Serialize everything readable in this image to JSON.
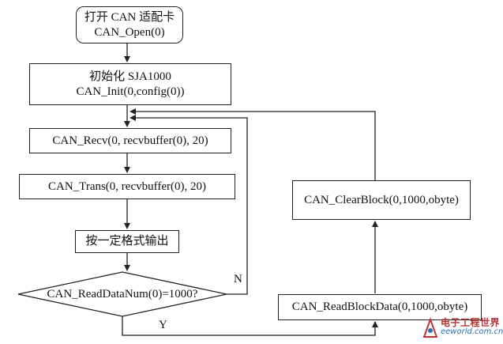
{
  "nodes": {
    "open_card": {
      "line1": "打开 CAN 适配卡",
      "line2": "CAN_Open(0)"
    },
    "init": {
      "line1": "初始化 SJA1000",
      "line2": "CAN_Init(0,config(0))"
    },
    "recv": {
      "line1": "CAN_Recv(0, recvbuffer(0), 20)"
    },
    "trans": {
      "line1": "CAN_Trans(0, recvbuffer(0), 20)"
    },
    "output": {
      "line1": "按一定格式输出"
    },
    "decision": {
      "line1": "CAN_ReadDataNum(0)=1000?"
    },
    "read_block": {
      "line1": "CAN_ReadBlockData(0,1000,obyte)"
    },
    "clear_block": {
      "line1": "CAN_ClearBlock(0,1000,obyte)"
    }
  },
  "edge_labels": {
    "no": "N",
    "yes": "Y"
  },
  "watermark": {
    "main": "电子工程世界",
    "sub": "eeworld.com.cn"
  },
  "colors": {
    "line": "#222222",
    "box_fill": "#ffffff",
    "watermark_red": "#bb3333",
    "watermark_blue": "#2a6fb0"
  }
}
